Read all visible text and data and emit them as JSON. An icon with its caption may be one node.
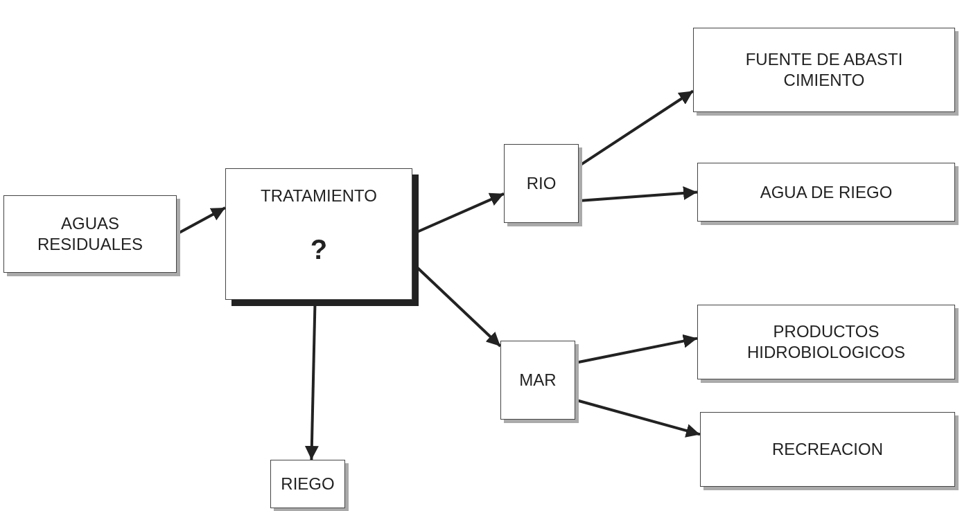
{
  "diagram": {
    "nodes": [
      {
        "text": [
          "AGUAS RESIDUALES"
        ]
      },
      {
        "text": [
          "TRATAMIENTO",
          "?"
        ]
      },
      {
        "text": [
          "RIO"
        ]
      },
      {
        "text": [
          "MAR"
        ]
      },
      {
        "text": [
          "RIEGO"
        ]
      },
      {
        "text": [
          "FUENTE DE ABASTI CIMIENTO"
        ]
      },
      {
        "text": [
          "AGUA DE RIEGO"
        ]
      },
      {
        "text": [
          "PRODUCTOS HIDROBIOLOGICOS"
        ]
      },
      {
        "text": [
          "RECREACION"
        ]
      }
    ],
    "edges": [
      {
        "from": 0,
        "to": 1,
        "arrow": "to"
      },
      {
        "from": 1,
        "to": 2,
        "arrow": "to"
      },
      {
        "from": 1,
        "to": 3,
        "arrow": "to"
      },
      {
        "from": 1,
        "to": 4,
        "arrow": "to"
      },
      {
        "from": 2,
        "to": 5,
        "arrow": "to"
      },
      {
        "from": 2,
        "to": 6,
        "arrow": "to"
      },
      {
        "from": 3,
        "to": 7,
        "arrow": "to"
      },
      {
        "from": 3,
        "to": 8,
        "arrow": "to"
      }
    ]
  }
}
